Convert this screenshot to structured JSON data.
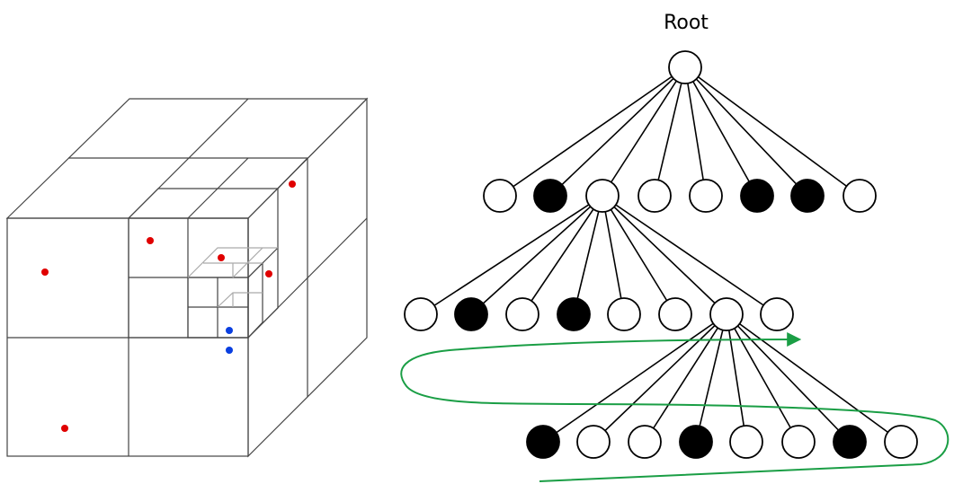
{
  "root_label": "Root",
  "colors": {
    "outline": "#444444",
    "inner_outline": "#aaaaaa",
    "red_point": "#e00000",
    "blue_point": "#0a3fe0",
    "node_filled": "#000000",
    "node_empty": "#ffffff",
    "traversal_arrow": "#1a9e45"
  },
  "octree_cube": {
    "points": [
      {
        "kind": "red"
      },
      {
        "kind": "red"
      },
      {
        "kind": "red"
      },
      {
        "kind": "red"
      },
      {
        "kind": "red"
      },
      {
        "kind": "red"
      },
      {
        "kind": "blue"
      },
      {
        "kind": "blue"
      }
    ]
  },
  "tree": {
    "levels": [
      {
        "nodes": [
          false
        ]
      },
      {
        "nodes": [
          false,
          true,
          false,
          false,
          false,
          true,
          true,
          false
        ]
      },
      {
        "nodes": [
          false,
          true,
          false,
          true,
          false,
          false,
          false,
          false
        ]
      },
      {
        "nodes": [
          true,
          false,
          false,
          true,
          false,
          false,
          true,
          false
        ]
      }
    ]
  }
}
